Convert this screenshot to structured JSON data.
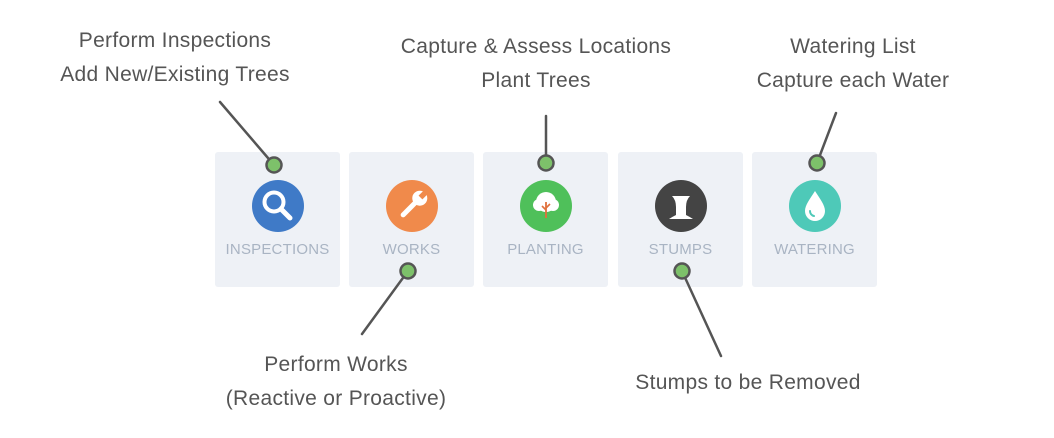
{
  "tiles": [
    {
      "label": "INSPECTIONS",
      "icon": "search-icon",
      "color": "#3f7ac7"
    },
    {
      "label": "WORKS",
      "icon": "wrench-icon",
      "color": "#f08a4b"
    },
    {
      "label": "PLANTING",
      "icon": "tree-icon",
      "color": "#4fc05a"
    },
    {
      "label": "STUMPS",
      "icon": "stump-icon",
      "color": "#444444"
    },
    {
      "label": "WATERING",
      "icon": "water-drop-icon",
      "color": "#4ec9b8"
    }
  ],
  "callouts": {
    "inspections": {
      "line1": "Perform Inspections",
      "line2": "Add New/Existing Trees"
    },
    "planting": {
      "line1": "Capture & Assess Locations",
      "line2": "Plant Trees"
    },
    "watering": {
      "line1": "Watering List",
      "line2": "Capture each Water"
    },
    "works": {
      "line1": "Perform Works",
      "line2": "(Reactive or Proactive)"
    },
    "stumps": {
      "line1": "Stumps to be Removed"
    }
  },
  "colors": {
    "connector_line": "#555555",
    "connector_dot": "#7dc16a",
    "tile_background": "#eef1f6",
    "label_text": "#a9b4c3"
  }
}
